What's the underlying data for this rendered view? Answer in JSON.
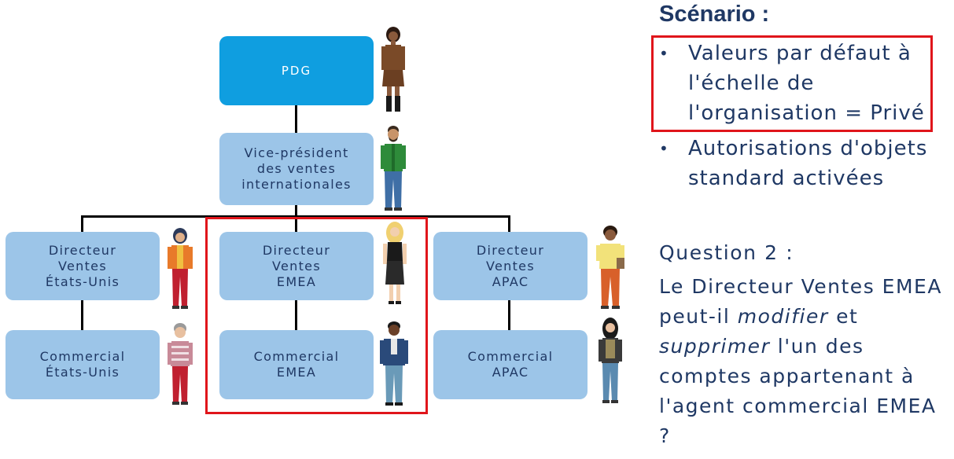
{
  "org_chart": {
    "ceo": "PDG",
    "vp": "Vice-président\ndes ventes\ninternationales",
    "directors": [
      "Directeur\nVentes\nÉtats-Unis",
      "Directeur\nVentes\nEMEA",
      "Directeur\nVentes\nAPAC"
    ],
    "reps": [
      "Commercial\nÉtats-Unis",
      "Commercial\nEMEA",
      "Commercial\nAPAC"
    ]
  },
  "scenario": {
    "title": "Scénario :",
    "bullets": [
      "Valeurs par défaut à\nl'échelle de\nl'organisation = Privé",
      "Autorisations d'objets\nstandard activées"
    ]
  },
  "question": {
    "label": "Question 2 :",
    "part1": "Le Directeur Ventes EMEA peut-il ",
    "em1": "modifier",
    "part2": " et ",
    "em2": "supprimer",
    "part3": " l'un des comptes appartenant à l'agent commercial EMEA ?"
  },
  "colors": {
    "box": "#9cc5e8",
    "top_box": "#0f9ee0",
    "highlight": "#e0151b",
    "text": "#1f3864"
  }
}
